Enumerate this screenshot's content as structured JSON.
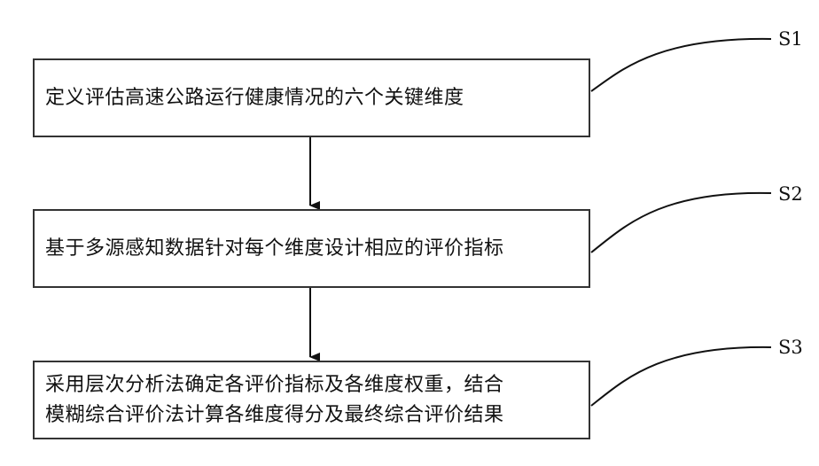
{
  "steps": [
    {
      "label": "S1",
      "text": "定义评估高速公路运行健康情况的六个关键维度"
    },
    {
      "label": "S2",
      "text": "基于多源感知数据针对每个维度设计相应的评价指标"
    },
    {
      "label": "S3",
      "text": "采用层次分析法确定各评价指标及各维度权重，结合\n模糊综合评价法计算各维度得分及最终综合评价结果"
    }
  ]
}
